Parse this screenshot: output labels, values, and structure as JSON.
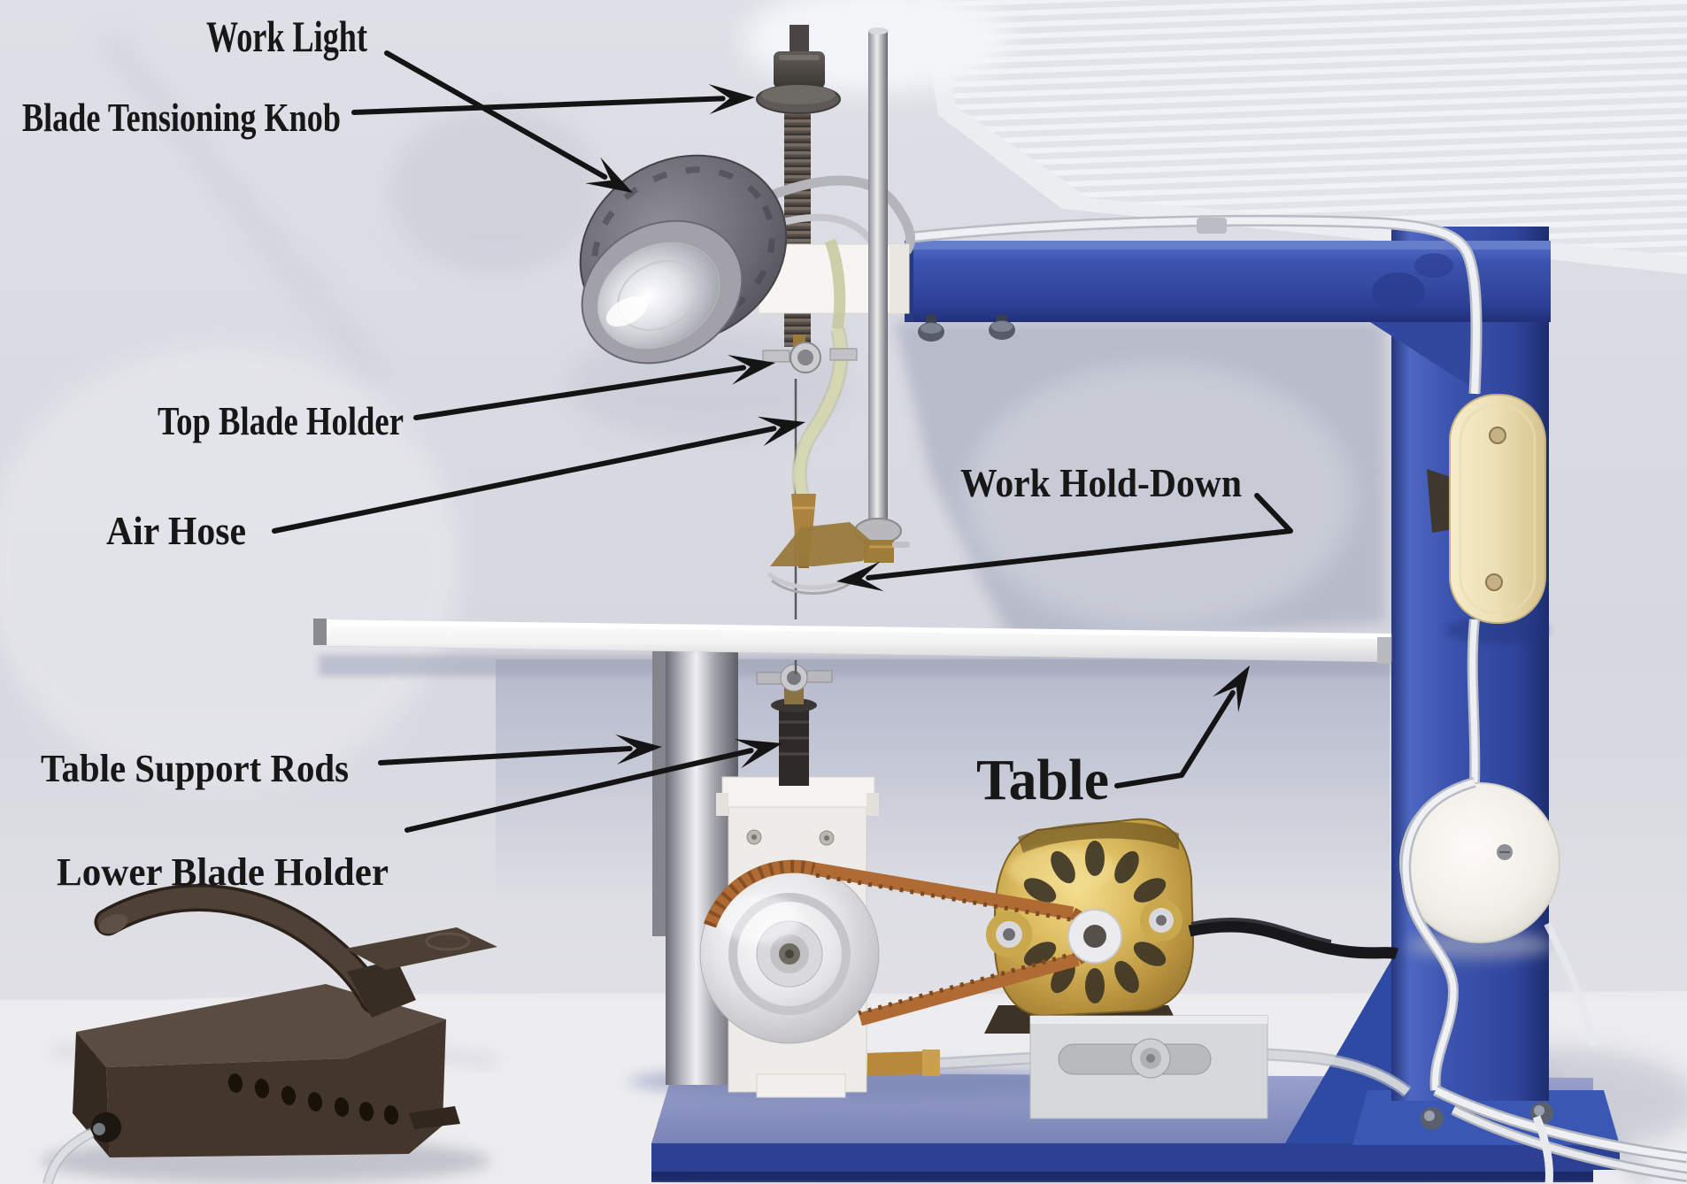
{
  "figure": {
    "type": "annotated-photograph",
    "subject": "benchtop scroll saw with labeled parts and air-pump foot pedal"
  },
  "labels": {
    "work_light": {
      "text": "Work Light"
    },
    "blade_tensioning_knob": {
      "text": "Blade Tensioning Knob"
    },
    "top_blade_holder": {
      "text": "Top Blade Holder"
    },
    "air_hose": {
      "text": "Air Hose"
    },
    "work_hold_down": {
      "text": "Work Hold-Down"
    },
    "table_support_rods": {
      "text": "Table Support Rods"
    },
    "lower_blade_holder": {
      "text": "Lower Blade Holder"
    },
    "table": {
      "text": "Table"
    }
  },
  "colors": {
    "frame_blue": "#3350a8",
    "label_ink": "#171717",
    "arrow_ink": "#141414",
    "motor_gold": "#c9a14e",
    "switch_cream": "#efe3be",
    "belt_copper": "#b06a34",
    "cloth_background": "#dcdde4"
  }
}
